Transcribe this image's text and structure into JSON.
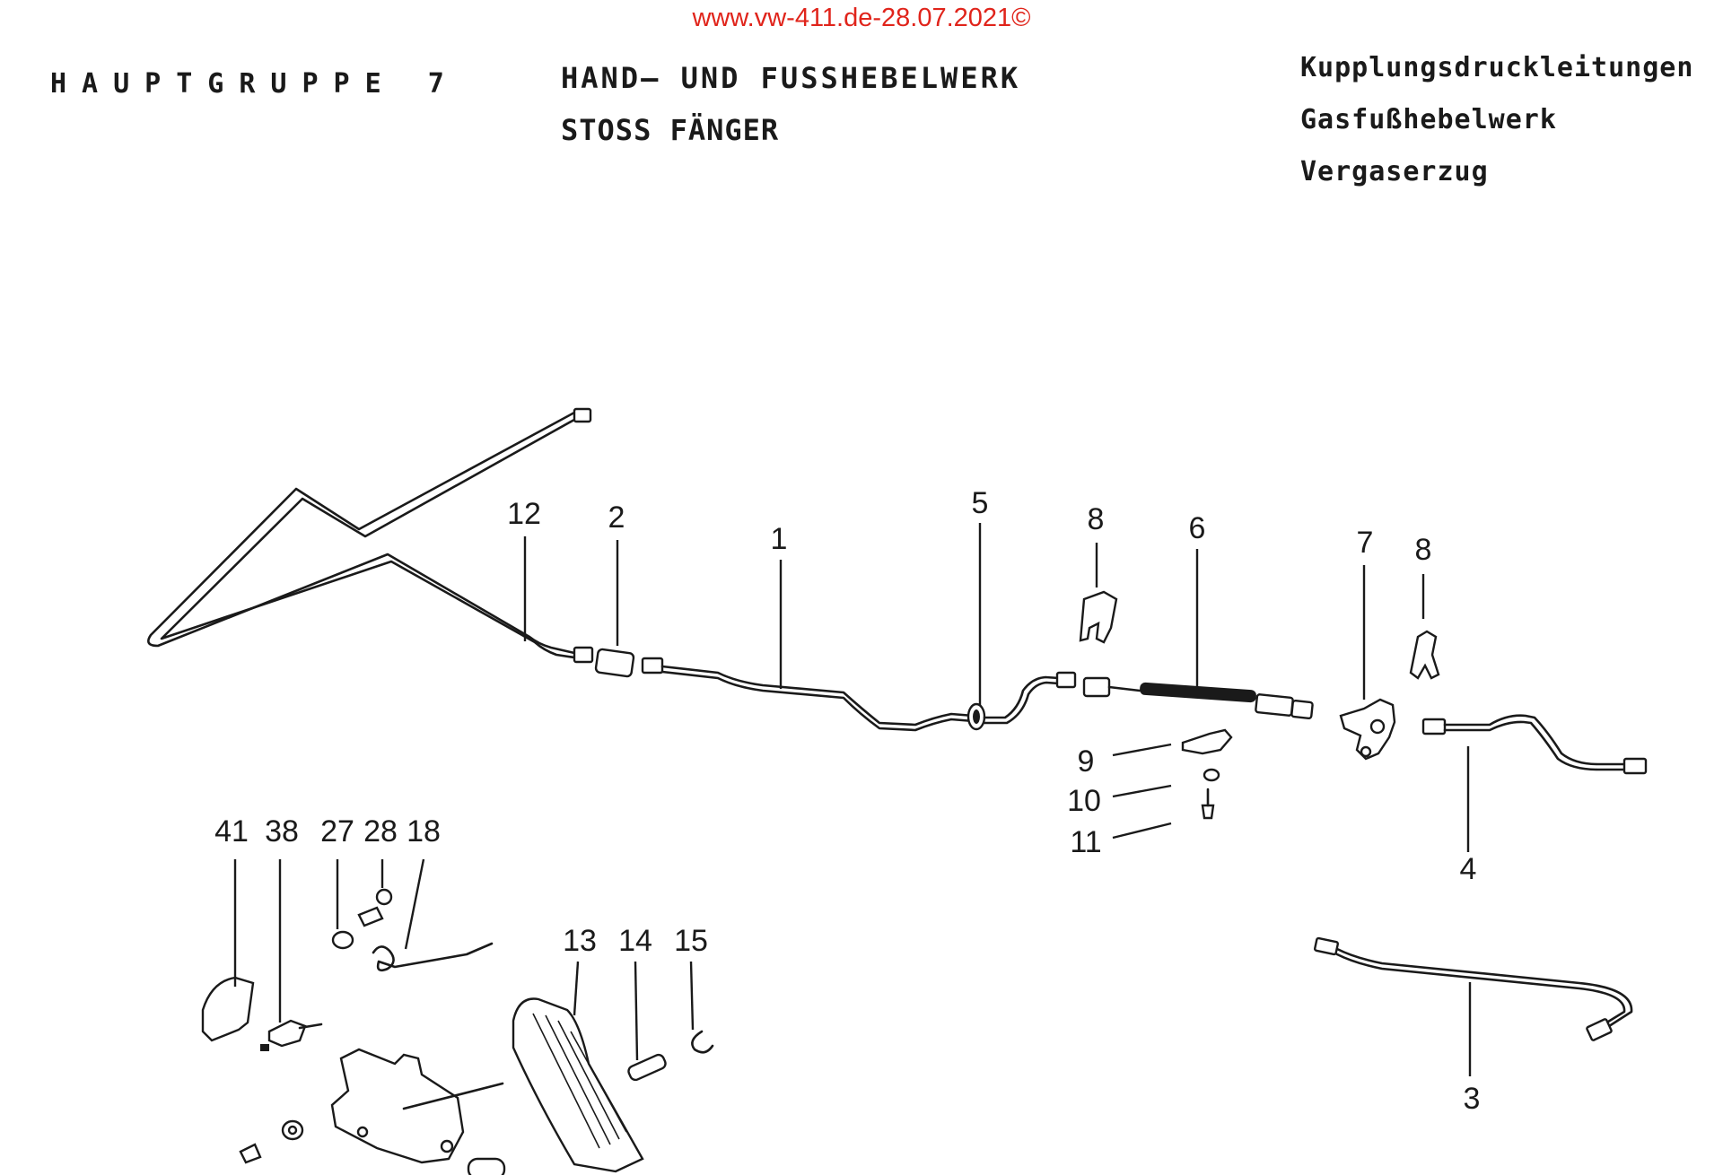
{
  "watermark": "www.vw-411.de-28.07.2021©",
  "header": {
    "group": "HAUPTGRUPPE 7",
    "section_line_1": "HAND– UND FUSSHEBELWERK",
    "section_line_2": "STOSS FÄNGER"
  },
  "subsections": [
    "Kupplungsdruckleitungen",
    "Gasfußhebelwerk",
    "Vergaserzug"
  ],
  "part_numbers": [
    "12",
    "2",
    "1",
    "5",
    "8",
    "6",
    "7",
    "8",
    "9",
    "10",
    "11",
    "4",
    "41",
    "38",
    "27",
    "28",
    "18",
    "13",
    "14",
    "15",
    "3"
  ]
}
